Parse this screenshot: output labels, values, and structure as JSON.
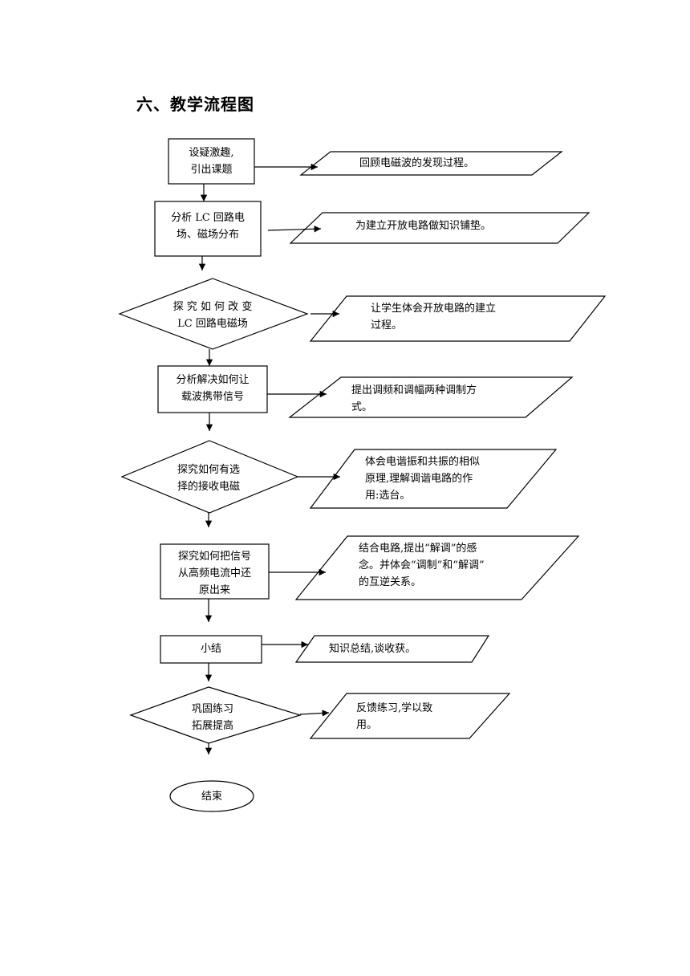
{
  "heading": "六、教学流程图",
  "nodes": [
    {
      "lines": [
        "设疑激趣,",
        "引出课题"
      ]
    },
    {
      "lines": [
        "分析 LC 回路电",
        "场、磁场分布"
      ]
    },
    {
      "lines": [
        "探 究 如 何 改 变",
        "LC 回路电磁场"
      ]
    },
    {
      "lines": [
        "分析解决如何让",
        "载波携带信号"
      ]
    },
    {
      "lines": [
        "探究如何有选",
        "择的接收电磁"
      ]
    },
    {
      "lines": [
        "探究如何把信号",
        "从高频电流中还",
        "原出来"
      ]
    },
    {
      "lines": [
        "小结"
      ]
    },
    {
      "lines": [
        "巩固练习",
        "拓展提高"
      ]
    },
    {
      "lines": [
        "结束"
      ]
    }
  ],
  "notes": [
    {
      "lines": [
        "回顾电磁波的发现过程。"
      ]
    },
    {
      "lines": [
        "为建立开放电路做知识铺垫。"
      ]
    },
    {
      "lines": [
        "让学生体会开放电路的建立",
        "过程。"
      ]
    },
    {
      "lines": [
        "提出调频和调幅两种调制方",
        "式。"
      ]
    },
    {
      "lines": [
        "体会电谐振和共振的相似",
        "原理,理解调谐电路的作",
        "用:选台。"
      ]
    },
    {
      "lines": [
        "结合电路,提出“解调”的感",
        "念。并体会“调制”和“解调”",
        "的互逆关系。"
      ]
    },
    {
      "lines": [
        "知识总结,谈收获。"
      ]
    },
    {
      "lines": [
        "反馈练习,学以致",
        "用。"
      ]
    }
  ]
}
